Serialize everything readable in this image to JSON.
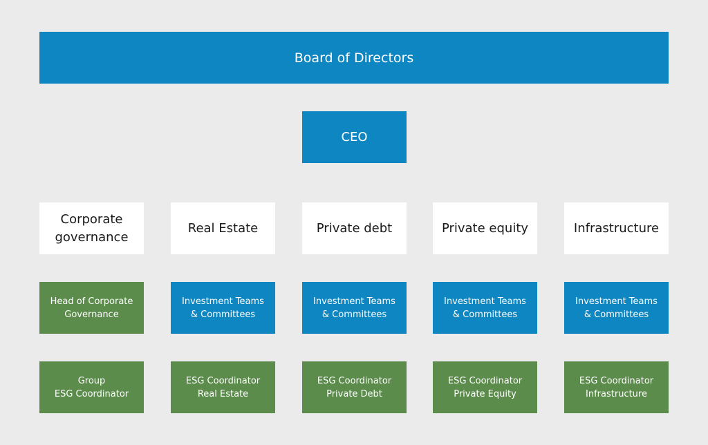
{
  "board": {
    "label": "Board of Directors"
  },
  "ceo": {
    "label": "CEO"
  },
  "divisions": [
    {
      "label": "Corporate\ngovernance"
    },
    {
      "label": "Real Estate"
    },
    {
      "label": "Private debt"
    },
    {
      "label": "Private equity"
    },
    {
      "label": "Infrastructure"
    }
  ],
  "second_row": [
    {
      "label": "Head of Corporate\nGovernance"
    },
    {
      "label": "Investment Teams\n& Committees"
    },
    {
      "label": "Investment Teams\n& Committees"
    },
    {
      "label": "Investment Teams\n& Committees"
    },
    {
      "label": "Investment Teams\n& Committees"
    }
  ],
  "third_row": [
    {
      "label": "Group\nESG Coordinator"
    },
    {
      "label": "ESG Coordinator\nReal Estate"
    },
    {
      "label": "ESG Coordinator\nPrivate Debt"
    },
    {
      "label": "ESG Coordinator\nPrivate Equity"
    },
    {
      "label": "ESG Coordinator\nInfrastructure"
    }
  ],
  "colors": {
    "background": "#ebebeb",
    "blue": "#0d86c1",
    "green": "#5b8c4b",
    "white": "#ffffff"
  }
}
